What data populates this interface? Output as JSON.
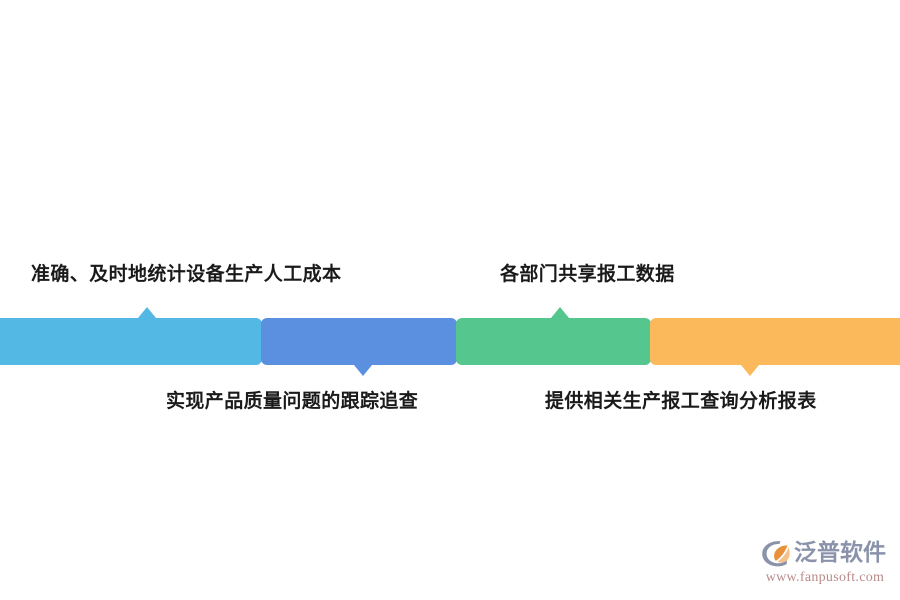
{
  "diagram": {
    "type": "segmented-bar-callouts",
    "orientation": "horizontal",
    "segments": [
      {
        "index": 1,
        "color": "#54b8e4",
        "caption": "准确、及时地统计设备生产人工成本",
        "caption_position": "above",
        "pointer": "up-arrow"
      },
      {
        "index": 2,
        "color": "#5b8fe0",
        "caption": "实现产品质量问题的跟踪追查",
        "caption_position": "below",
        "pointer": "down-arrow"
      },
      {
        "index": 3,
        "color": "#56c68f",
        "caption": "各部门共享报工数据",
        "caption_position": "above",
        "pointer": "up-arrow"
      },
      {
        "index": 4,
        "color": "#fcb95b",
        "caption": "提供相关生产报工查询分析报表",
        "caption_position": "below",
        "pointer": "down-arrow"
      }
    ]
  },
  "watermark": {
    "brand_name": "泛普软件",
    "url": "www.fanpusoft.com",
    "mark_icon": "fanpu-logo-icon",
    "brand_color": "#8b93ab",
    "accent_color": "#e8903a",
    "url_color": "#b98a8a"
  },
  "background": {
    "color": "#ffffff"
  }
}
